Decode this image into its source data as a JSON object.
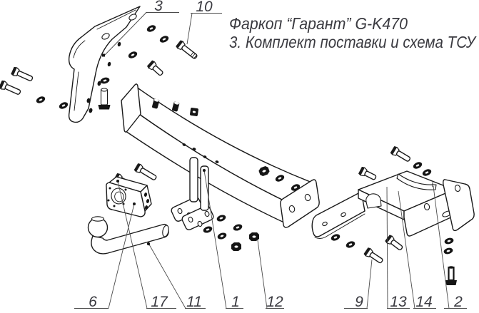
{
  "title": {
    "line1": "Фаркоп “Гарант” G-K470",
    "line2": "3. Комплект поставки и схема ТСУ"
  },
  "labels": [
    {
      "text": "3"
    },
    {
      "text": "10"
    },
    {
      "text": "6"
    },
    {
      "text": "17"
    },
    {
      "text": "11"
    },
    {
      "text": "1"
    },
    {
      "text": "12"
    },
    {
      "text": "9"
    },
    {
      "text": "13"
    },
    {
      "text": "14"
    },
    {
      "text": "2"
    }
  ],
  "colors": {
    "ink": "#1a1a1a",
    "leader_line": "#4a4a4a",
    "text": "#3a3a40",
    "background": "#ffffff"
  }
}
